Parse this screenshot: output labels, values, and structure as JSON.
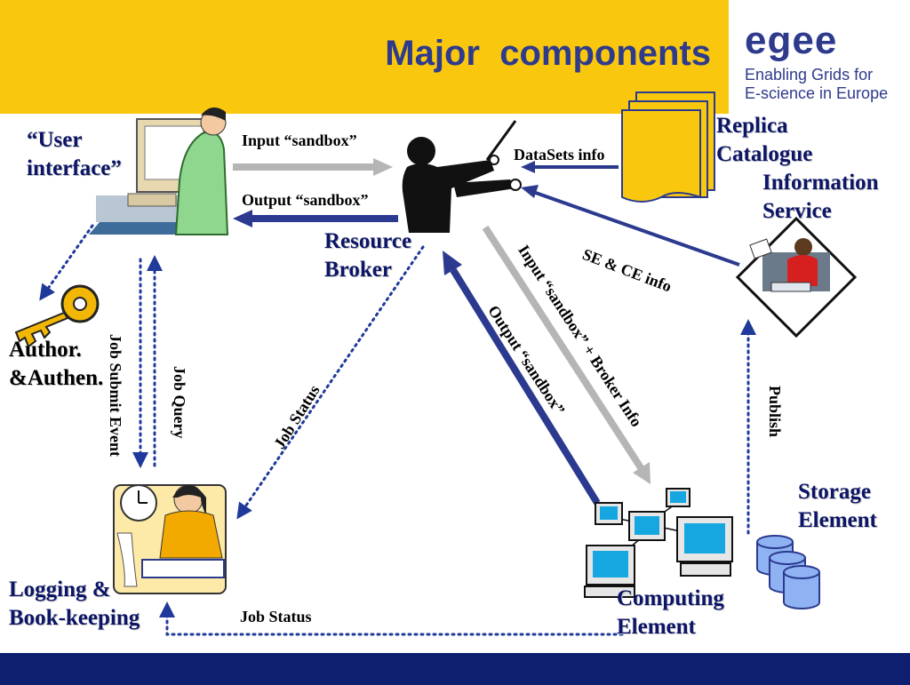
{
  "slide": {
    "title": "Major  components",
    "logo": {
      "wordmark": "egee",
      "tagline_line1": "Enabling Grids for",
      "tagline_line2": "E-science in Europe"
    }
  },
  "nodes": {
    "user_interface": "“User interface”",
    "author": "Author. &Authen.",
    "resource_broker": "Resource Broker",
    "replica_catalogue": "Replica Catalogue",
    "information_service": "Information Service",
    "logging": "Logging & Book-keeping",
    "computing_element": "Computing Element",
    "storage_element": "Storage Element"
  },
  "edges": {
    "input_sandbox": "Input “sandbox”",
    "output_sandbox": "Output “sandbox”",
    "datasets_info": "DataSets info",
    "se_ce_info": "SE & CE info",
    "input_sandbox_broker": "Input “sandbox” + Broker Info",
    "output_sandbox_ce": "Output “sandbox”",
    "job_status_rb": "Job Status",
    "job_submit_event": "Job Submit Event",
    "job_query": "Job Query",
    "publish": "Publish",
    "job_status_ce": "Job Status"
  },
  "colors": {
    "header": "#f9c80e",
    "title": "#2e3a8c",
    "arrow_blue": "#2b3a8f",
    "arrow_gray": "#b5b5b5",
    "dotted": "#1f3a9a",
    "footer": "#0d1f6e"
  }
}
